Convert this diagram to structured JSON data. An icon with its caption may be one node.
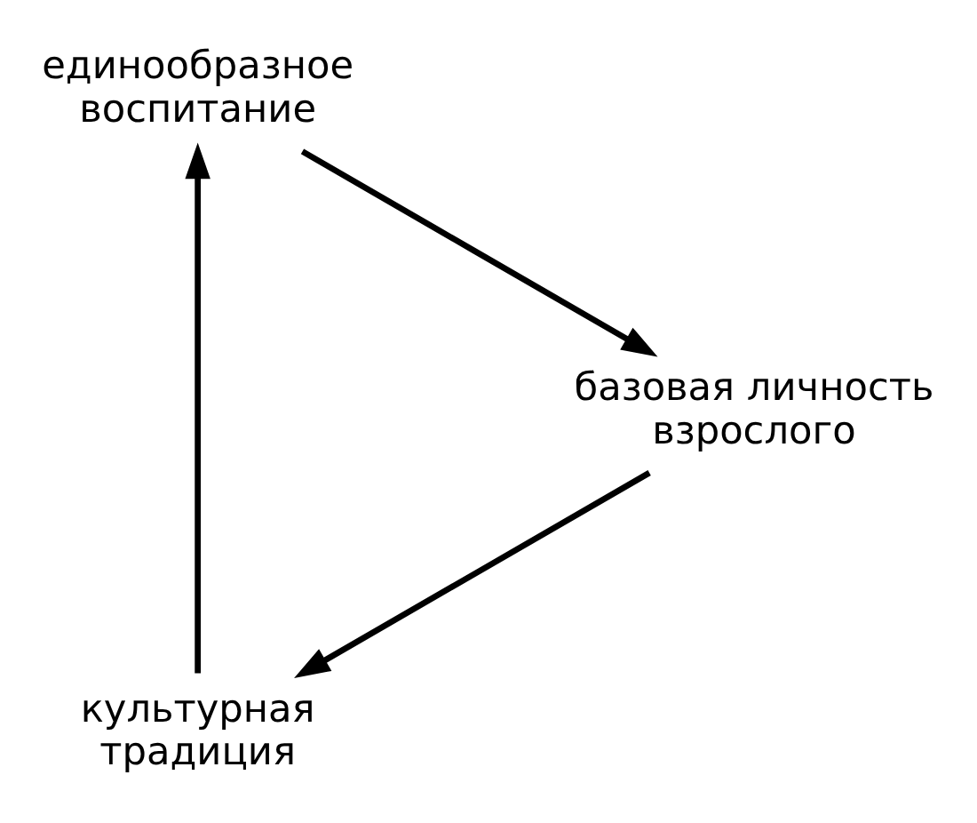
{
  "diagram": {
    "nodes": [
      {
        "text": [
          "культурная традиция"
        ]
      },
      {
        "text": [
          "единообразное воспитание"
        ]
      },
      {
        "text": [
          "базовая личность взрослого"
        ]
      }
    ],
    "edges": [
      {
        "from": 0,
        "to": 1,
        "arrow": "to"
      },
      {
        "from": 1,
        "to": 2,
        "arrow": "to"
      },
      {
        "from": 2,
        "to": 0,
        "arrow": "to"
      }
    ]
  }
}
